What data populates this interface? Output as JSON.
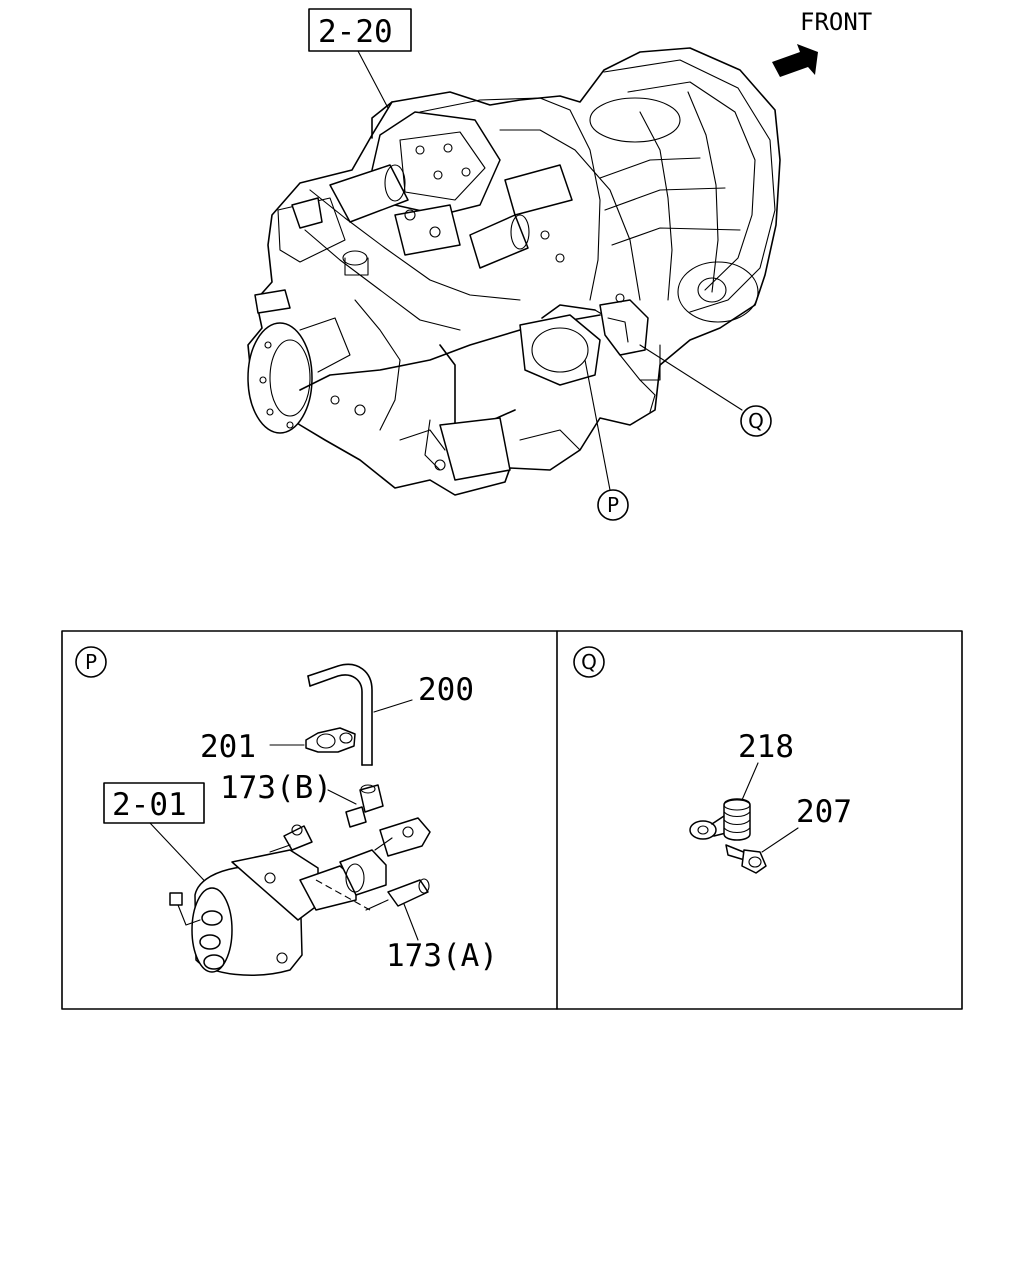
{
  "direction_label": "FRONT",
  "ref_top": "2-20",
  "view_markers": {
    "p": "P",
    "q": "Q"
  },
  "panel_p": {
    "marker": "P",
    "ref_box": "2-01",
    "labels": {
      "hose": "200",
      "clip": "201",
      "fitting_b": "173(B)",
      "fitting_a": "173(A)"
    }
  },
  "panel_q": {
    "marker": "Q",
    "labels": {
      "spring": "218",
      "bolt": "207"
    }
  }
}
